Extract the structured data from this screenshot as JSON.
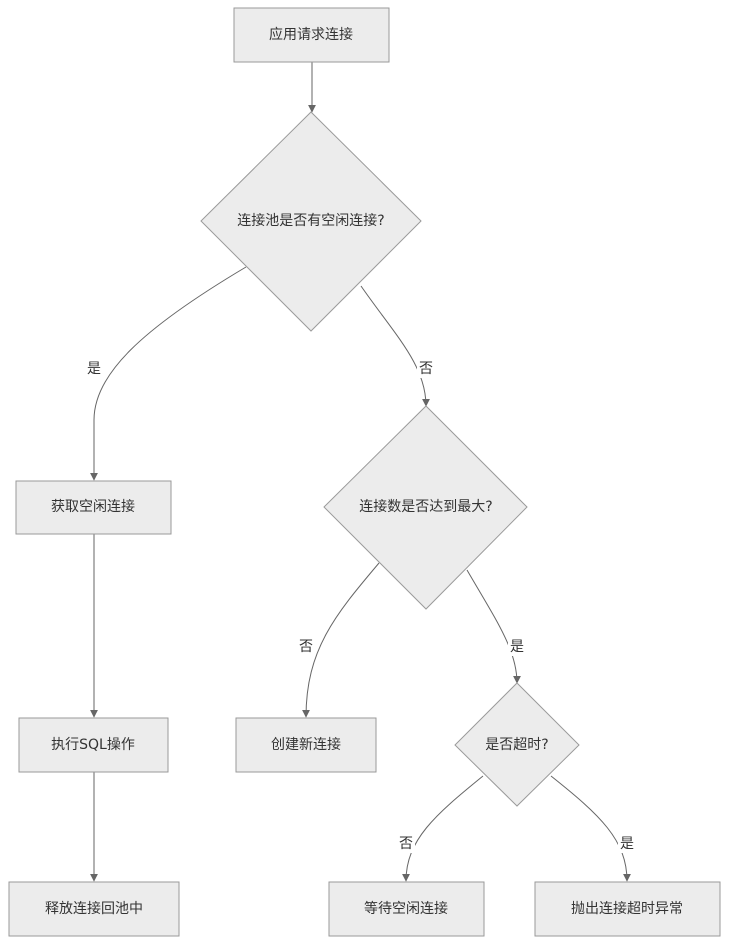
{
  "flowchart": {
    "nodes": {
      "request": "应用请求连接",
      "has_idle": "连接池是否有空闲连接?",
      "get_idle": "获取空闲连接",
      "max_reached": "连接数是否达到最大?",
      "exec_sql": "执行SQL操作",
      "create_new": "创建新连接",
      "timeout": "是否超时?",
      "release": "释放连接回池中",
      "wait_idle": "等待空闲连接",
      "throw_timeout": "抛出连接超时异常"
    },
    "edge_labels": {
      "has_idle_yes": "是",
      "has_idle_no": "否",
      "max_no": "否",
      "max_yes": "是",
      "timeout_no": "否",
      "timeout_yes": "是"
    },
    "colors": {
      "node_fill": "#ececec",
      "node_border": "#9a9a9a",
      "edge": "#666666",
      "text": "#333333"
    }
  }
}
